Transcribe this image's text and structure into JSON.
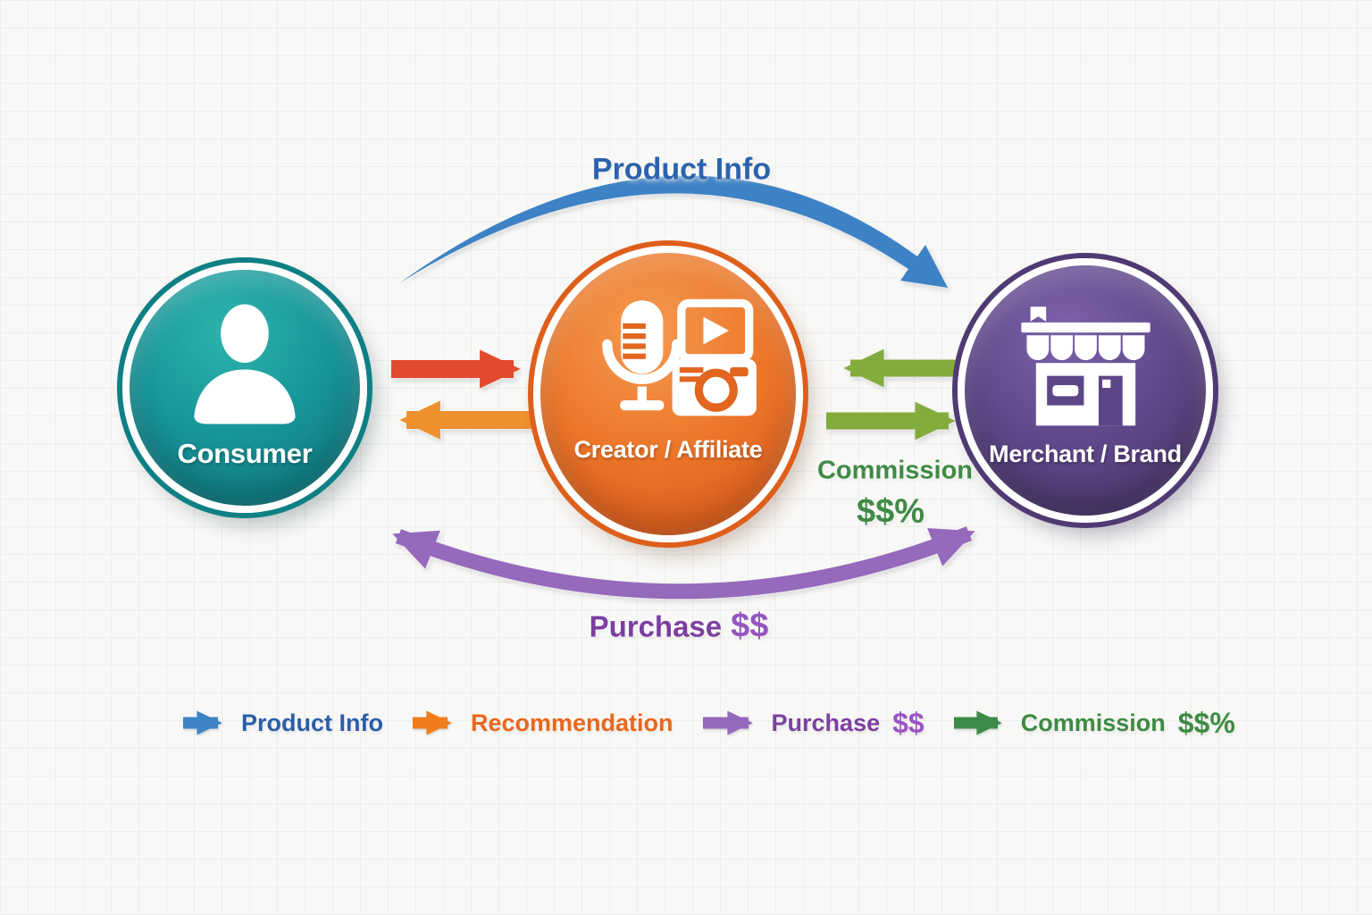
{
  "diagram": {
    "nodes": {
      "consumer": {
        "label": "Consumer",
        "icon": "person-icon",
        "fill": "#179499",
        "ring": "#0e8084"
      },
      "creator": {
        "label": "Creator / Affiliate",
        "icon": "media-creator-icons",
        "fill": "#ec7527",
        "ring": "#de5f1b"
      },
      "merchant": {
        "label": "Merchant / Brand",
        "icon": "storefront-icon",
        "fill": "#5d4687",
        "ring": "#4f3a73"
      }
    },
    "flows": {
      "product_info": {
        "label": "Product Info",
        "from": "Consumer",
        "to": "Merchant / Brand"
      },
      "recommendation_request": {
        "from": "Consumer",
        "to": "Creator / Affiliate"
      },
      "recommendation": {
        "from": "Creator / Affiliate",
        "to": "Consumer"
      },
      "commission": {
        "word": "Commission",
        "amount": "$$%",
        "from": "Merchant / Brand",
        "to": "Creator / Affiliate"
      },
      "purchase": {
        "word": "Purchase",
        "amount": "$$",
        "from": "Consumer",
        "to": "Merchant / Brand"
      }
    }
  },
  "legend": {
    "items": [
      {
        "label": "Product Info",
        "amount": ""
      },
      {
        "label": "Recommendation",
        "amount": ""
      },
      {
        "label": "Purchase",
        "amount": "$$"
      },
      {
        "label": "Commission",
        "amount": "$$%"
      }
    ]
  },
  "colors": {
    "background": "#f8f8f6",
    "grid_line": "#ededeb",
    "arrow_blue": "#3d82c4",
    "arrow_red": "#e14a2c",
    "arrow_orange": "#f0912f",
    "arrow_green": "#83ac3d",
    "arrow_purple": "#9569bc",
    "legend_arrow_blue": "#3d85c6",
    "legend_arrow_orange": "#f07c1c",
    "legend_arrow_purple": "#9569bc",
    "legend_arrow_green": "#3e8b49",
    "text_blue": "#2b63ae",
    "text_orange": "#e8671c",
    "text_green": "#3f8a44",
    "text_purple": "#7c3fa0",
    "text_purple_light": "#9655c0",
    "node_icon_white": "#ffffff"
  }
}
